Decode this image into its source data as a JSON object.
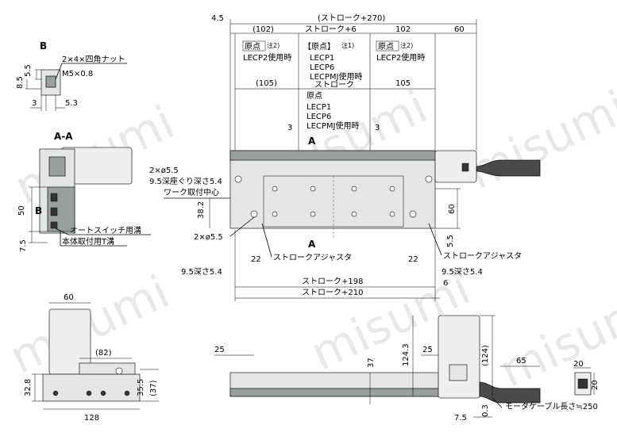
{
  "watermark": "misumi",
  "detail_b": {
    "label": "B",
    "nut": "2×4×四角ナット",
    "thread": "M5×0.8",
    "d1": "5.5",
    "d2": "8.5",
    "d3": "3",
    "d4": "5.3"
  },
  "section_aa": {
    "label": "A-A",
    "auto_switch_groove": "オートスイッチ用溝",
    "body_mount_groove": "本体取付用T溝",
    "d_height": "50",
    "d_bottom": "7.5",
    "b_marker": "B"
  },
  "top_view": {
    "stroke_270": "(ストローク+270)",
    "d_4_5": "4.5",
    "d_102_paren": "(102)",
    "stroke_6": "ストローク+6",
    "d_102": "102",
    "d_60": "60",
    "origin_left": "原点",
    "note2_left": "注2)",
    "lecp2_left": "LECP2使用時",
    "origin_mid": "【原点】",
    "note1": "注1)",
    "lecp1": "LECP1",
    "lecp6": "LECP6",
    "lecpmj": "LECPMJ使用時",
    "origin_right": "原点",
    "note2_right": "注2)",
    "lecp2_right": "LECP2使用時",
    "d_105_paren": "(105)",
    "stroke": "ストローク",
    "d_105": "105",
    "origin_mid2": "原点",
    "lecp1_b": "LECP1",
    "lecp6_b": "LECP6",
    "lecpmj_b": "LECPMJ使用時",
    "d_3_left": "3",
    "d_3_right": "3",
    "a_top": "A",
    "a_bottom": "A",
    "hole_top": "2×ø5.5",
    "counterbore": "9.5深座ぐり深さ5.4",
    "work_center": "ワーク取付中心",
    "d_38_2": "38.2",
    "hole_bottom": "2×ø5.5",
    "d_60_right": "60",
    "d_5_5": "5.5",
    "d_22_left": "22",
    "d_22_right": "22",
    "adjuster_left": "ストロークアジャスタ",
    "adjuster_right": "ストロークアジャスタ",
    "depth_left": "9.5深さ5.4",
    "depth_right": "9.5深さ5.4",
    "stroke_198": "ストローク+198",
    "d_6": "6",
    "stroke_210": "ストローク+210"
  },
  "end_view": {
    "d_60": "60",
    "d_82": "(82)",
    "d_32_8": "32.8",
    "d_35_5": "35.5",
    "d_37_paren": "(37)",
    "d_128": "128"
  },
  "side_view": {
    "d_25_left": "25",
    "d_37": "37",
    "d_124_3": "124.3",
    "d_25_right": "25",
    "d_124_paren": "(124)",
    "d_65": "65",
    "d_0_3": "0.3",
    "d_7_5": "7.5",
    "cable_length": "モータケーブル長さ≒250",
    "conn_20_w": "20",
    "conn_20_h": "20"
  }
}
